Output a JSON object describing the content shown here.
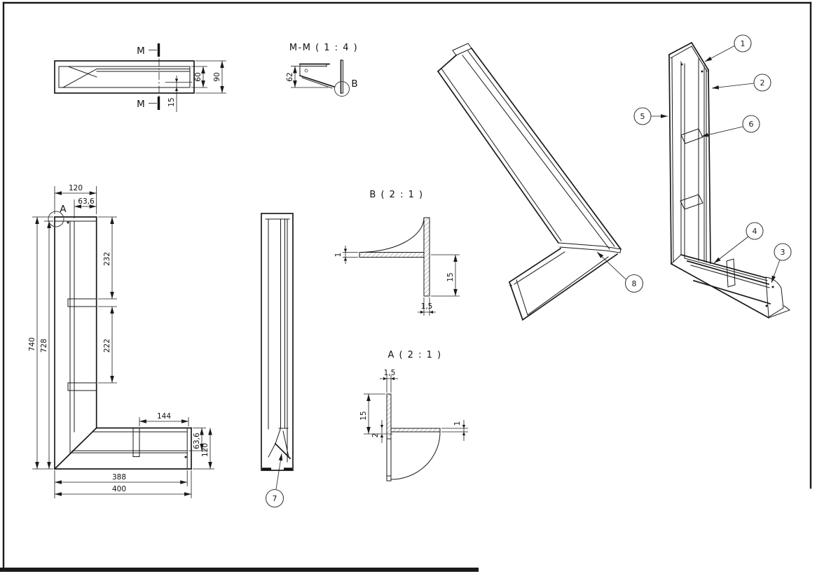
{
  "sheet": {
    "background": "#ffffff",
    "line_color": "#1a1a1a",
    "balloon_color": "#3d3d3d"
  },
  "top_view": {
    "section_label_top": "M",
    "section_label_bottom": "M",
    "dim_height_outer": "90",
    "dim_height_inner": "60",
    "dim_offset": "15"
  },
  "section_mm": {
    "title": "M-M ( 1 : 4 )",
    "detail_label": "B",
    "dim_height": "62"
  },
  "front_view": {
    "detail_label": "A",
    "dim_width_top": "120",
    "dim_width_top_inner": "63,6",
    "dim_spacing_upper": "232",
    "dim_spacing_lower": "222",
    "dim_height_outer": "740",
    "dim_height_inner": "728",
    "dim_arm_cleat": "144",
    "dim_arm_inner": "63,6",
    "dim_arm_height": "120",
    "dim_arm_length_inner": "388",
    "dim_arm_length_outer": "400"
  },
  "side_view": {
    "balloon": "7"
  },
  "detail_b": {
    "title": "B ( 2 : 1 )",
    "dim_thickness": "1",
    "dim_height": "15",
    "dim_width": "1,5"
  },
  "detail_a": {
    "title": "A ( 2 : 1 )",
    "dim_width": "1,5",
    "dim_height": "15",
    "dim_gap": "2",
    "dim_thickness": "1"
  },
  "iso_rear": {
    "balloon": "8"
  },
  "iso_front": {
    "balloon_1": "1",
    "balloon_2": "2",
    "balloon_3": "3",
    "balloon_4": "4",
    "balloon_5": "5",
    "balloon_6": "6"
  }
}
